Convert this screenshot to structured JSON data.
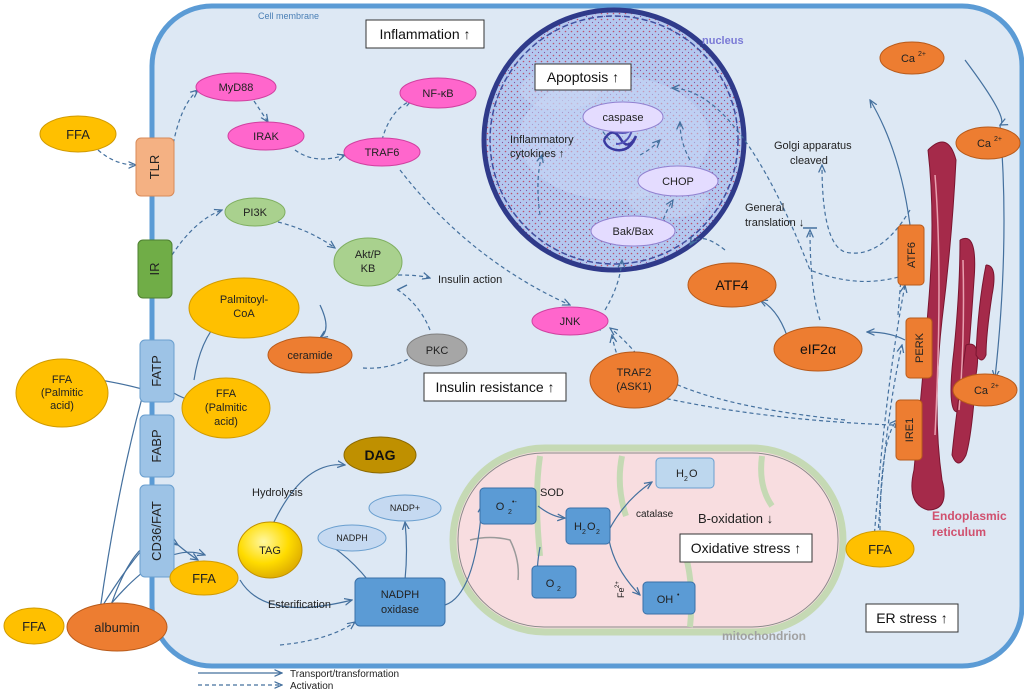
{
  "labels": {
    "cell_membrane": "Cell membrane",
    "nucleus": "nucleus",
    "mitochondrion": "mitochondrion",
    "er_line1": "Endoplasmic",
    "er_line2": "reticulum",
    "golgi_line1": "Golgi apparatus",
    "golgi_line2": "cleaved",
    "general_translation_line1": "General",
    "general_translation_line2": "translation ↓",
    "inflam_cytokines_line1": "Inflammatory",
    "inflam_cytokines_line2": "cytokines ↑",
    "insulin_action": "Insulin action",
    "hydrolysis": "Hydrolysis",
    "esterification": "Esterification",
    "sod": "SOD",
    "catalase": "catalase",
    "fe": "Fe",
    "fe_sup": "2+",
    "b_oxidation": "B-oxidation ↓"
  },
  "boxes": {
    "inflammation": "Inflammation ↑",
    "apoptosis": "Apoptosis ↑",
    "insulin_resistance": "Insulin resistance ↑",
    "oxidative_stress": "Oxidative stress ↑",
    "er_stress": "ER stress ↑"
  },
  "receptors": {
    "tlr": "TLR",
    "ir": "IR",
    "fatp": "FATP",
    "fabp": "FABP",
    "cd36": "CD36/FAT",
    "atf6": "ATF6",
    "perk": "PERK",
    "ire1": "IRE1"
  },
  "nodes": {
    "ffa_tlr": "FFA",
    "ffa_palmitic_out_1": "FFA",
    "ffa_palmitic_out_2": "(Palmitic",
    "ffa_palmitic_out_3": "acid)",
    "ffa_palmitic_in_1": "FFA",
    "ffa_palmitic_in_2": "(Palmitic",
    "ffa_palmitic_in_3": "acid)",
    "ffa_bottom_left": "FFA",
    "albumin": "albumin",
    "ffa_inner": "FFA",
    "ffa_er": "FFA",
    "myd88": "MyD88",
    "irak": "IRAK",
    "traf6": "TRAF6",
    "nfkb": "NF-κB",
    "pi3k": "PI3K",
    "aktpkb_1": "Akt/P",
    "aktpkb_2": "KB",
    "pkc": "PKC",
    "palmitoyl_1": "Palmitoyl-",
    "palmitoyl_2": "CoA",
    "ceramide": "ceramide",
    "dag": "DAG",
    "tag": "TAG",
    "nadph": "NADPH",
    "nadp_plus": "NADP+",
    "nadph_oxidase_1": "NADPH",
    "nadph_oxidase_2": "oxidase",
    "caspase": "caspase",
    "chop": "CHOP",
    "bakbax": "Bak/Bax",
    "jnk": "JNK",
    "traf2_1": "TRAF2",
    "traf2_2": "(ASK1)",
    "atf4": "ATF4",
    "eif2a": "eIF2α",
    "ca_1": "Ca",
    "ca_2": "Ca",
    "ca_3": "Ca",
    "ca_sup": "2+",
    "superoxide": "O",
    "superoxide_sub": "2",
    "superoxide_sup": "•-",
    "h2o2": "H",
    "h2o2_sub1": "2",
    "h2o2_o": "O",
    "h2o2_sub2": "2",
    "h2o": "H",
    "h2o_sub": "2",
    "h2o_o": "O",
    "oh": "OH",
    "oh_sup": "•",
    "o2": "O",
    "o2_sub": "2"
  },
  "legend": {
    "transport": "Transport/transformation",
    "activation": "Activation"
  },
  "colors": {
    "cell_fill": "#dde8f4",
    "cell_stroke": "#5b9bd5",
    "receptor_blue": "#9dc3e6",
    "tlr": "#f4b183",
    "ir": "#70ad47",
    "yellow": "#ffc000",
    "orange": "#ed7d31",
    "pink": "#ff66cc",
    "green": "#a9d18e",
    "grey": "#a6a6a6",
    "dark_gold": "#bf9000",
    "lavender": "#e4dcff",
    "node_blue": "#5b9bd5",
    "mito_fill": "#f8dde0",
    "er_red": "#a52a4a",
    "nucleus_dark": "#2f3a8a"
  }
}
